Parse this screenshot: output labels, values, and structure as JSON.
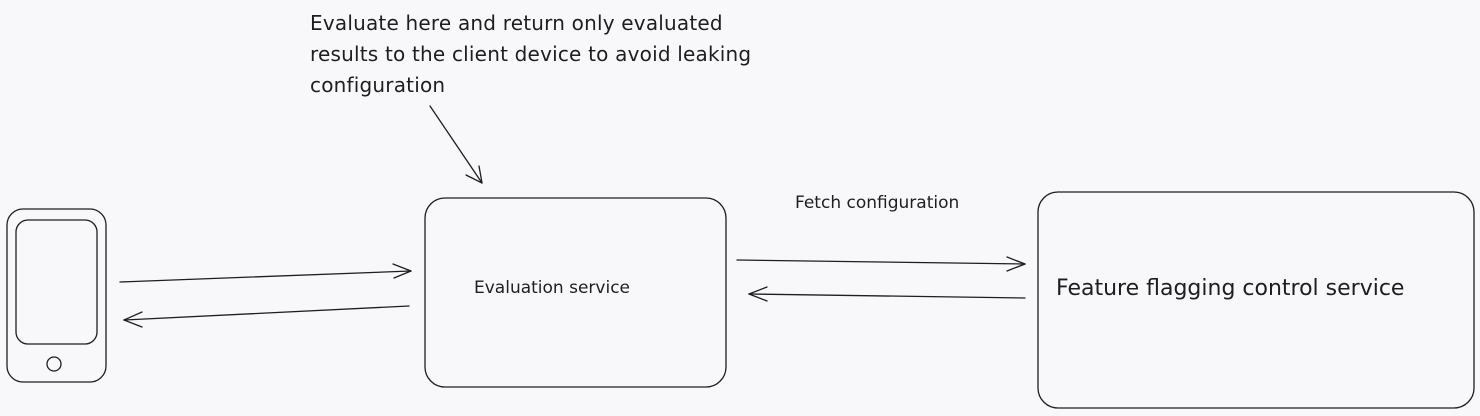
{
  "annotation": {
    "lines": [
      "Evaluate here and return only evaluated",
      "results to the client device to avoid leaking",
      "configuration"
    ]
  },
  "nodes": {
    "client_device": {
      "icon": "mobile-phone-icon"
    },
    "evaluation_service": {
      "label": "Evaluation service"
    },
    "feature_flag_service": {
      "label": "Feature flagging control service"
    }
  },
  "edges": {
    "fetch_configuration": {
      "label": "Fetch configuration"
    }
  },
  "colors": {
    "background": "#f8f8fa",
    "stroke": "#1e1e1e"
  }
}
